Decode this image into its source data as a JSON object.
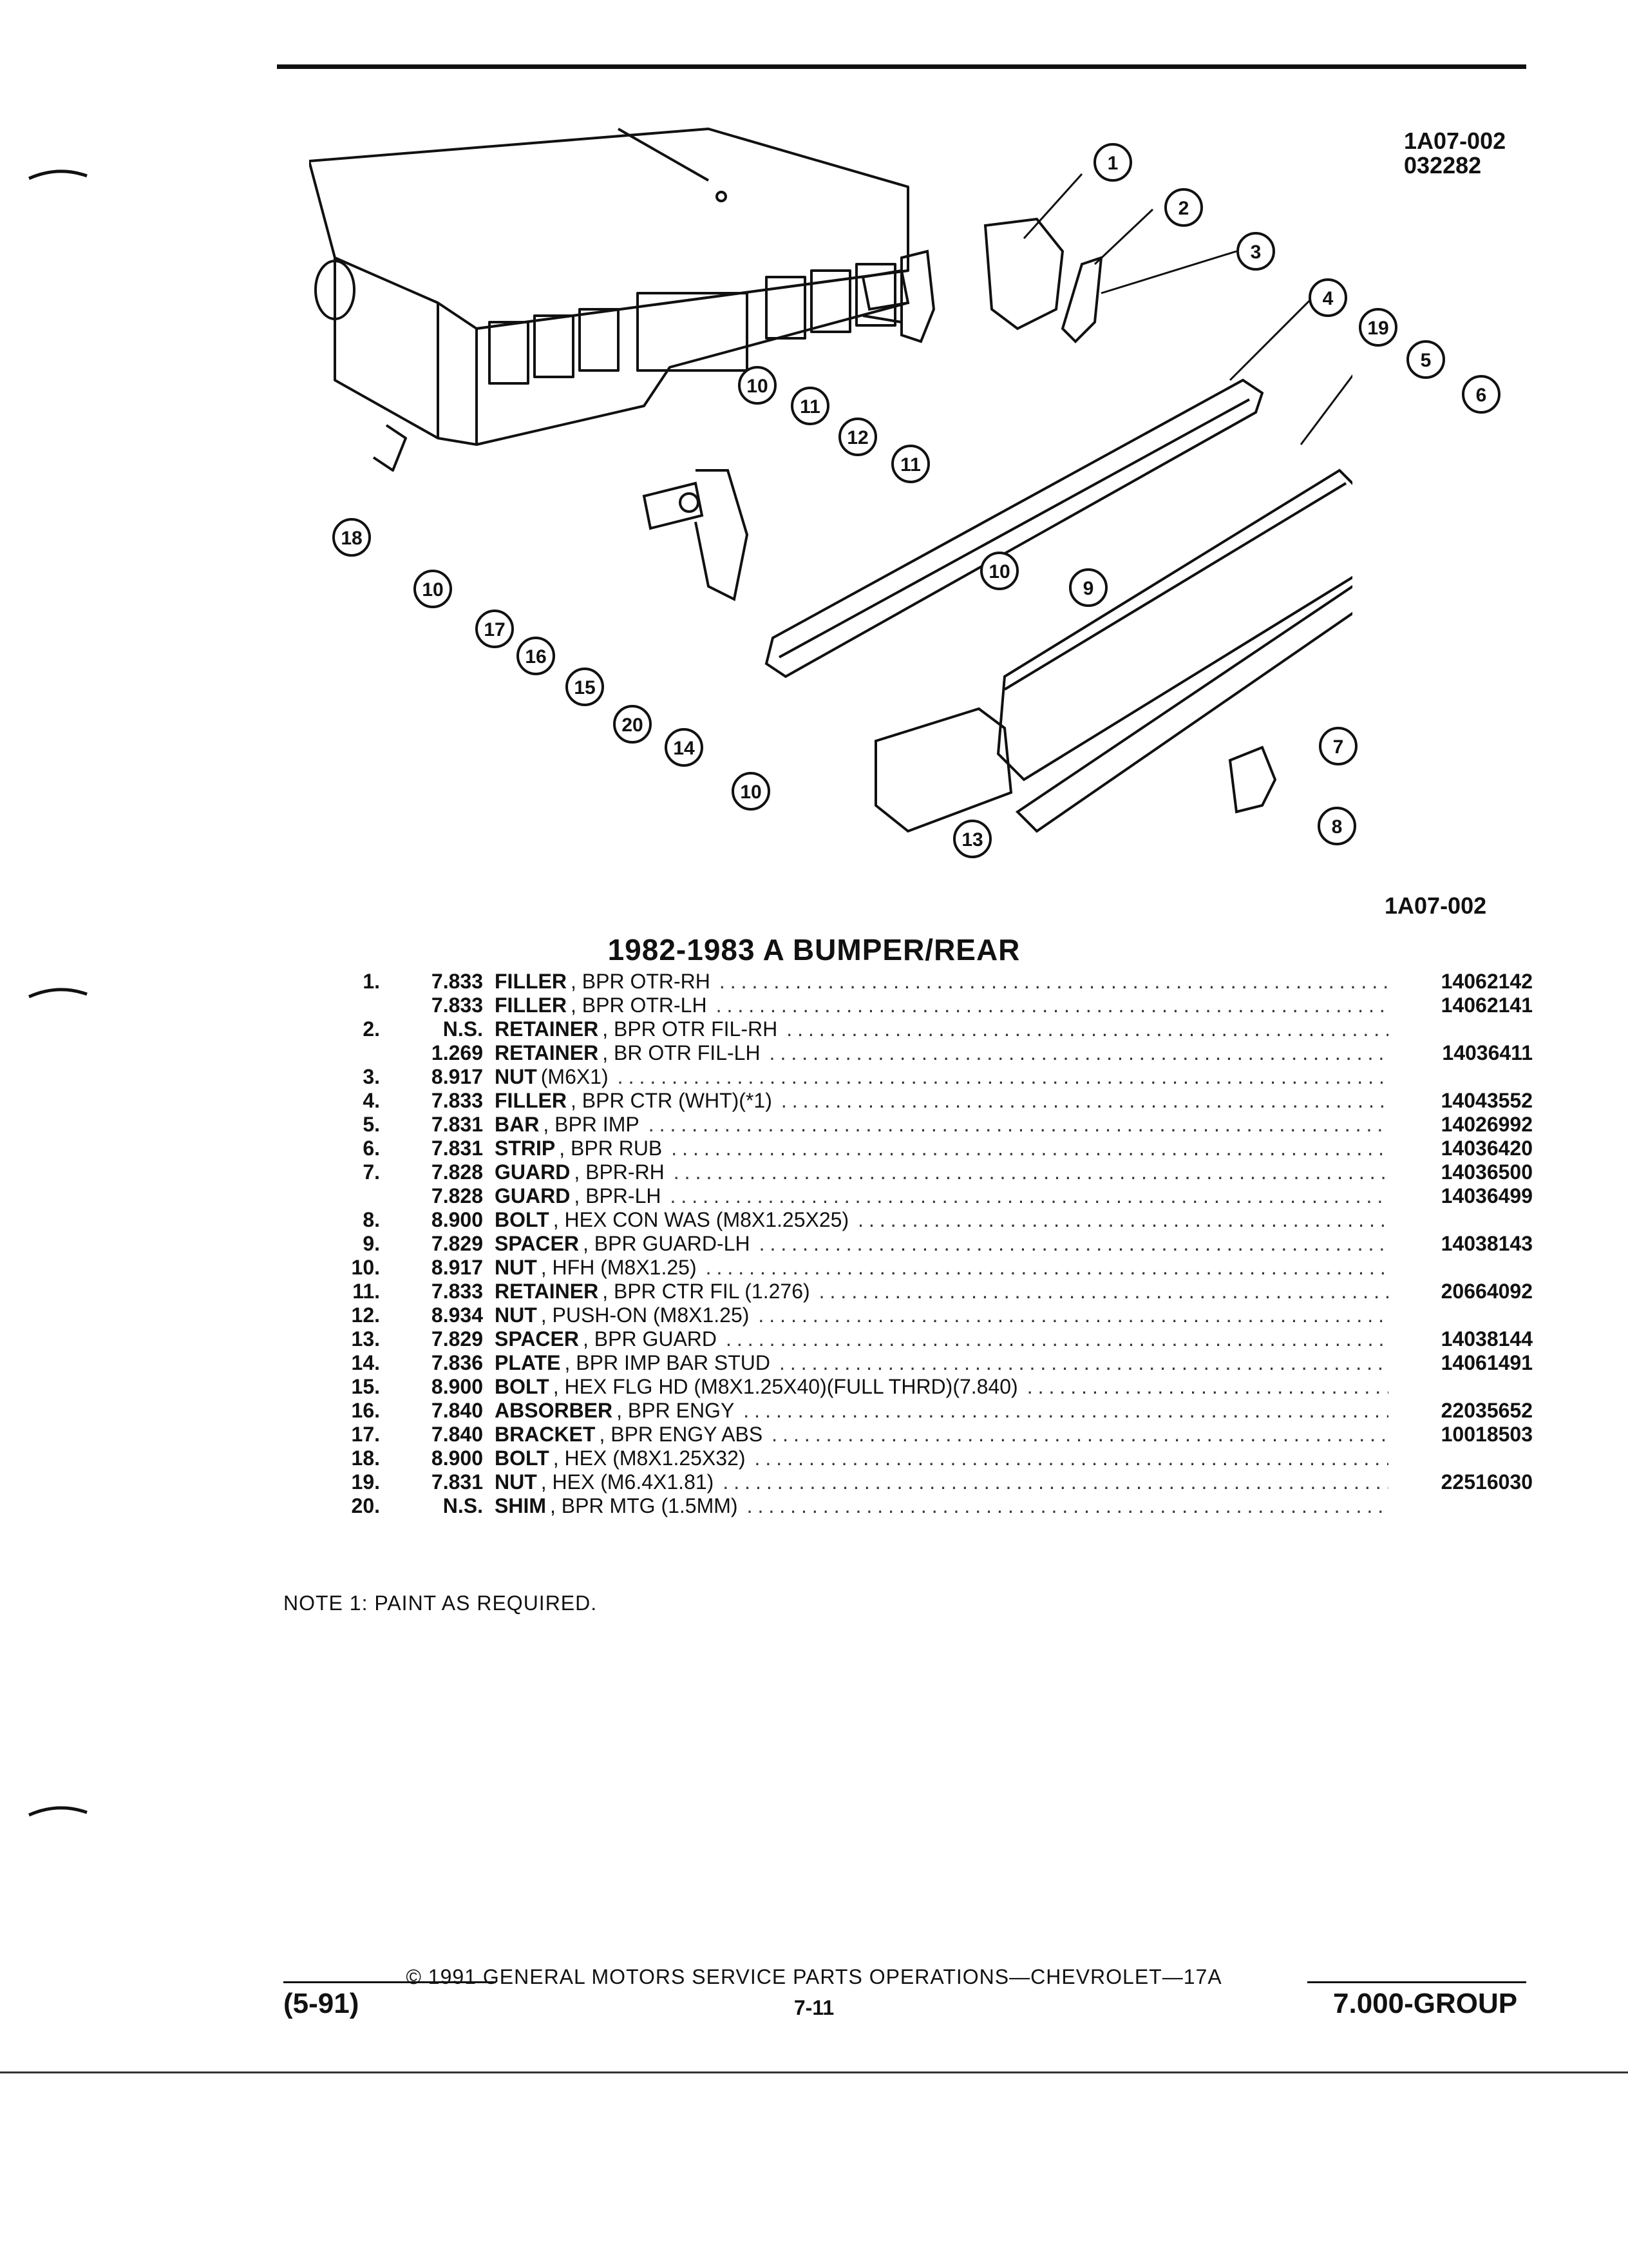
{
  "reference": {
    "code": "1A07-002",
    "date_code": "032282"
  },
  "figure": {
    "code": "1A07-002",
    "callouts": [
      "1",
      "2",
      "3",
      "4",
      "5",
      "6",
      "7",
      "8",
      "9",
      "10",
      "11",
      "12",
      "13",
      "14",
      "15",
      "16",
      "17",
      "18",
      "19",
      "20"
    ]
  },
  "title": "1982-1983 A BUMPER/REAR",
  "parts": [
    {
      "index": "1.",
      "group": "7.833",
      "name": "FILLER",
      "desc": ", BPR OTR-RH",
      "part": "14062142"
    },
    {
      "index": "",
      "group": "7.833",
      "name": "FILLER",
      "desc": ", BPR OTR-LH",
      "part": "14062141"
    },
    {
      "index": "2.",
      "group": "N.S.",
      "name": "RETAINER",
      "desc": ", BPR OTR FIL-RH",
      "part": ""
    },
    {
      "index": "",
      "group": "1.269",
      "name": "RETAINER",
      "desc": ", BR OTR FIL-LH",
      "part": "14036411"
    },
    {
      "index": "3.",
      "group": "8.917",
      "name": "NUT",
      "desc": "(M6X1)",
      "part": ""
    },
    {
      "index": "4.",
      "group": "7.833",
      "name": "FILLER",
      "desc": ", BPR CTR (WHT)(*1)",
      "part": "14043552"
    },
    {
      "index": "5.",
      "group": "7.831",
      "name": "BAR",
      "desc": ", BPR IMP",
      "part": "14026992"
    },
    {
      "index": "6.",
      "group": "7.831",
      "name": "STRIP",
      "desc": ", BPR RUB",
      "part": "14036420"
    },
    {
      "index": "7.",
      "group": "7.828",
      "name": "GUARD",
      "desc": ", BPR-RH",
      "part": "14036500"
    },
    {
      "index": "",
      "group": "7.828",
      "name": "GUARD",
      "desc": ", BPR-LH",
      "part": "14036499"
    },
    {
      "index": "8.",
      "group": "8.900",
      "name": "BOLT",
      "desc": ", HEX CON WAS (M8X1.25X25)",
      "part": ""
    },
    {
      "index": "9.",
      "group": "7.829",
      "name": "SPACER",
      "desc": ", BPR GUARD-LH",
      "part": "14038143"
    },
    {
      "index": "10.",
      "group": "8.917",
      "name": "NUT",
      "desc": ", HFH (M8X1.25)",
      "part": ""
    },
    {
      "index": "11.",
      "group": "7.833",
      "name": "RETAINER",
      "desc": ", BPR CTR FIL (1.276)",
      "part": "20664092"
    },
    {
      "index": "12.",
      "group": "8.934",
      "name": "NUT",
      "desc": ", PUSH-ON (M8X1.25)",
      "part": ""
    },
    {
      "index": "13.",
      "group": "7.829",
      "name": "SPACER",
      "desc": ", BPR GUARD",
      "part": "14038144"
    },
    {
      "index": "14.",
      "group": "7.836",
      "name": "PLATE",
      "desc": ", BPR IMP BAR STUD",
      "part": "14061491"
    },
    {
      "index": "15.",
      "group": "8.900",
      "name": "BOLT",
      "desc": ", HEX FLG HD (M8X1.25X40)(FULL THRD)(7.840)",
      "part": ""
    },
    {
      "index": "16.",
      "group": "7.840",
      "name": "ABSORBER",
      "desc": ", BPR ENGY",
      "part": "22035652"
    },
    {
      "index": "17.",
      "group": "7.840",
      "name": "BRACKET",
      "desc": ", BPR ENGY ABS",
      "part": "10018503"
    },
    {
      "index": "18.",
      "group": "8.900",
      "name": "BOLT",
      "desc": ", HEX (M8X1.25X32)",
      "part": ""
    },
    {
      "index": "19.",
      "group": "7.831",
      "name": "NUT",
      "desc": ", HEX (M6.4X1.81)",
      "part": "22516030"
    },
    {
      "index": "20.",
      "group": "N.S.",
      "name": "SHIM",
      "desc": ", BPR MTG (1.5MM)",
      "part": ""
    }
  ],
  "note": "NOTE 1: PAINT AS REQUIRED.",
  "footer": {
    "copyright": "© 1991 GENERAL MOTORS SERVICE PARTS OPERATIONS—CHEVROLET—17A",
    "date": "(5-91)",
    "page": "7-11",
    "group": "7.000-GROUP"
  }
}
